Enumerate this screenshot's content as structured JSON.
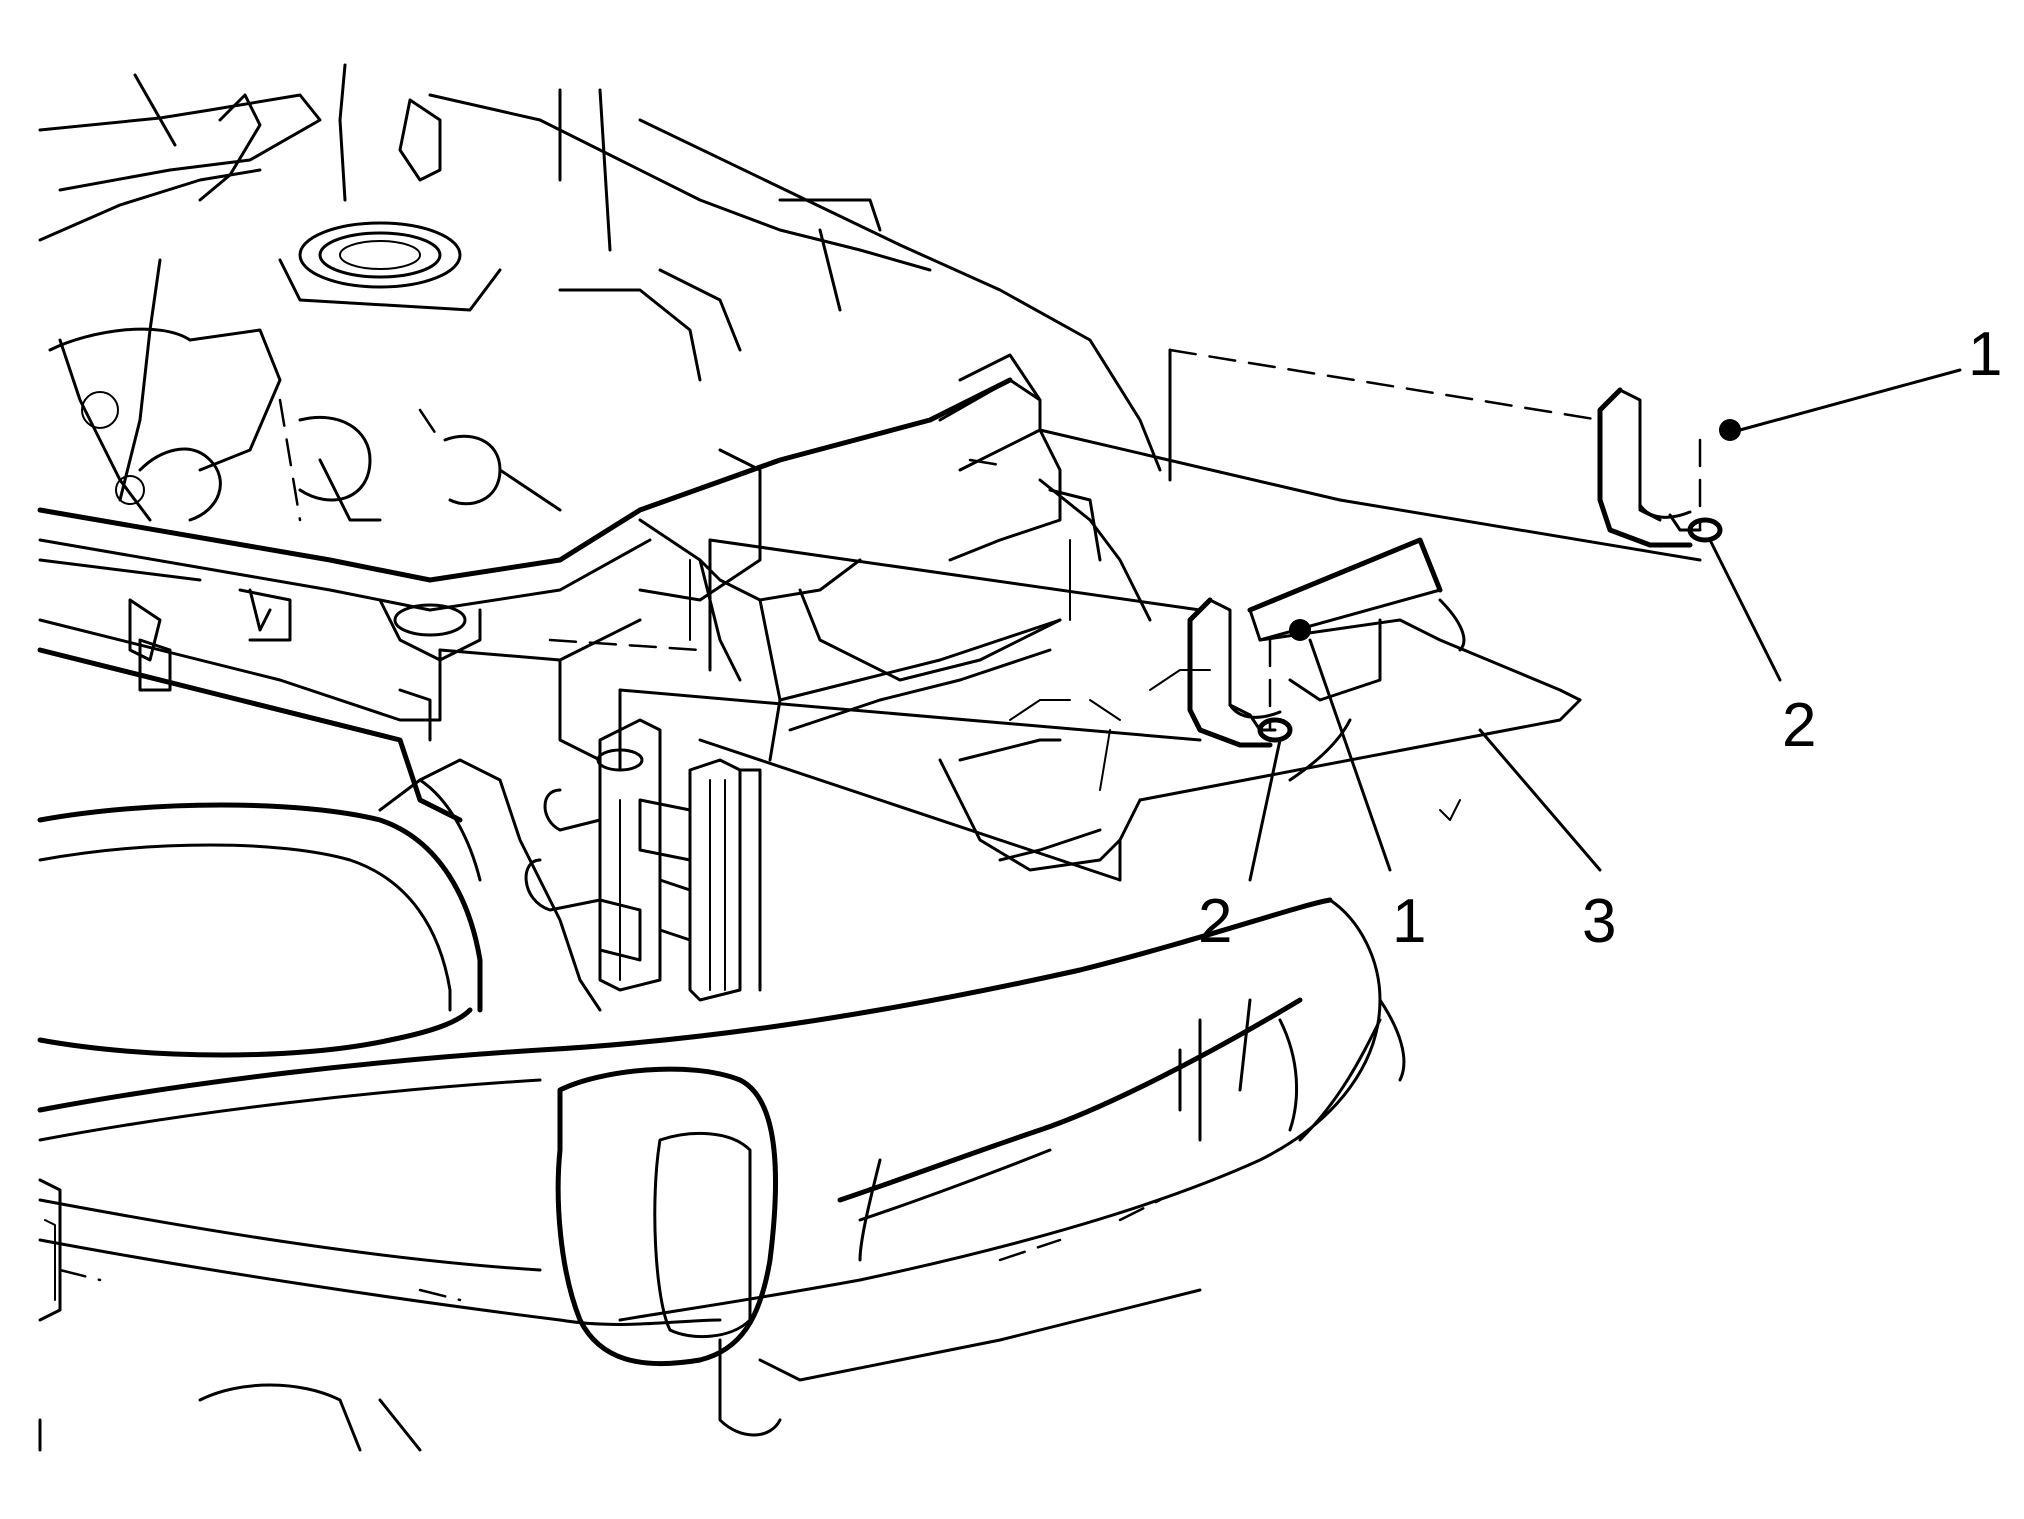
{
  "diagram": {
    "callouts": [
      {
        "id": "nut-right",
        "label": "1"
      },
      {
        "id": "bracket-right",
        "label": "2"
      },
      {
        "id": "bracket-left",
        "label": "2"
      },
      {
        "id": "nut-left",
        "label": "1"
      },
      {
        "id": "support",
        "label": "3"
      }
    ]
  }
}
